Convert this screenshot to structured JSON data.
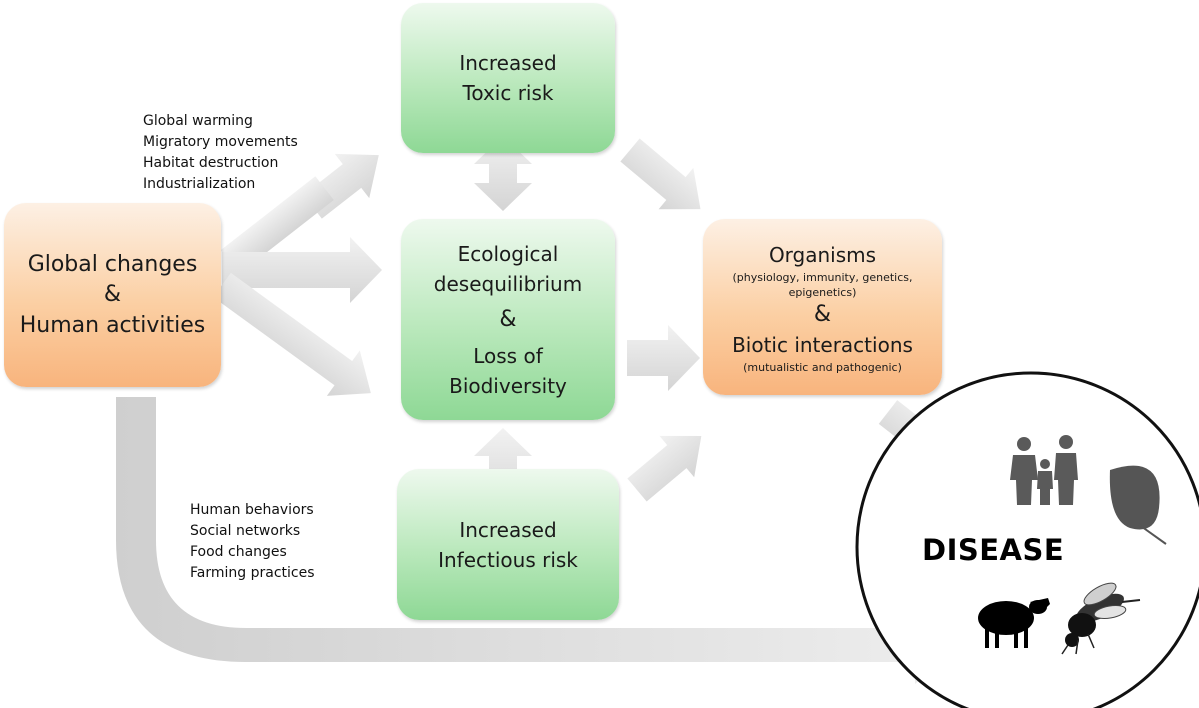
{
  "boxes": {
    "global_changes": {
      "line1": "Global changes",
      "amp": "&",
      "line2": "Human activities"
    },
    "toxic": {
      "line1": "Increased",
      "line2": "Toxic risk"
    },
    "ecological": {
      "line1": "Ecological",
      "line2": "desequilibrium",
      "amp": "&",
      "line3": "Loss of",
      "line4": "Biodiversity"
    },
    "infectious": {
      "line1": "Increased",
      "line2": "Infectious risk"
    },
    "organisms": {
      "title": "Organisms",
      "sub1": "(physiology, immunity, genetics,",
      "sub2": "epigenetics)",
      "amp": "&",
      "title2": "Biotic interactions",
      "sub3": "(mutualistic and pathogenic)"
    }
  },
  "drivers_top": [
    "Global warming",
    "Migratory movements",
    "Habitat destruction",
    "Industrialization"
  ],
  "drivers_bottom": [
    "Human behaviors",
    "Social networks",
    "Food changes",
    "Farming practices"
  ],
  "disease": {
    "label": "DISEASE",
    "icons": [
      "family-icon",
      "leaf-icon",
      "sheep-icon",
      "bee-icon"
    ]
  },
  "colors": {
    "arrow": "#dcdcdc",
    "green": "#a8e2ab",
    "orange": "#fbc38d"
  }
}
